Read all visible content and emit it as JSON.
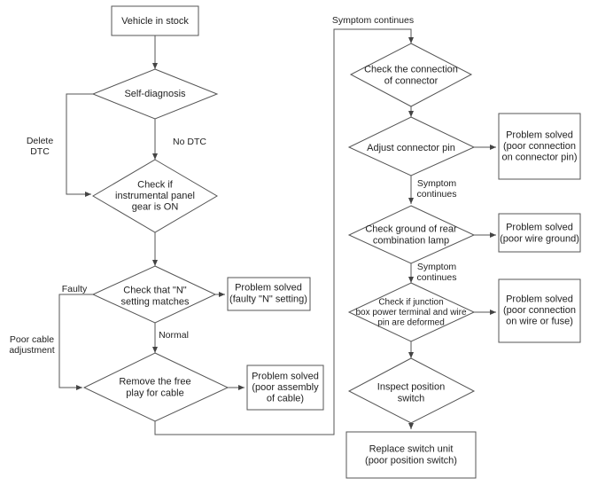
{
  "nodes": {
    "vehicle_in_stock": [
      "Vehicle in stock"
    ],
    "self_diagnosis": [
      "Self-diagnosis"
    ],
    "check_gear_on": [
      "Check if",
      "instrumental panel",
      "gear is ON"
    ],
    "check_n_setting": [
      "Check that \"N\"",
      "setting matches"
    ],
    "solved_faulty_n": [
      "Problem solved",
      "(faulty \"N\" setting)"
    ],
    "remove_free_play": [
      "Remove the free",
      "play for cable"
    ],
    "solved_poor_assembly": [
      "Problem solved",
      "(poor assembly",
      "of cable)"
    ],
    "check_connector": [
      "Check the connection",
      "of connector"
    ],
    "adjust_connector_pin": [
      "Adjust connector pin"
    ],
    "solved_connector_pin": [
      "Problem solved",
      "(poor connection",
      "on connector pin)"
    ],
    "check_ground_rear": [
      "Check ground of rear",
      "combination lamp"
    ],
    "solved_wire_ground": [
      "Problem solved",
      "(poor wire ground)"
    ],
    "check_junction_box": [
      "Check if junction",
      "box power terminal and wire",
      "pin are deformed"
    ],
    "solved_wire_fuse": [
      "Problem solved",
      "(poor connection",
      "on wire or fuse)"
    ],
    "inspect_position_switch": [
      "Inspect position",
      "switch"
    ],
    "replace_switch_unit": [
      "Replace switch unit",
      "(poor position switch)"
    ]
  },
  "labels": {
    "delete_dtc": [
      "Delete",
      "DTC"
    ],
    "no_dtc": [
      "No DTC"
    ],
    "faulty": [
      "Faulty"
    ],
    "normal": [
      "Normal"
    ],
    "poor_cable_adjustment": [
      "Poor cable",
      "adjustment"
    ],
    "symptom_continues_top": [
      "Symptom continues"
    ],
    "symptom_continues_1": [
      "Symptom",
      "continues"
    ],
    "symptom_continues_2": [
      "Symptom",
      "continues"
    ]
  }
}
